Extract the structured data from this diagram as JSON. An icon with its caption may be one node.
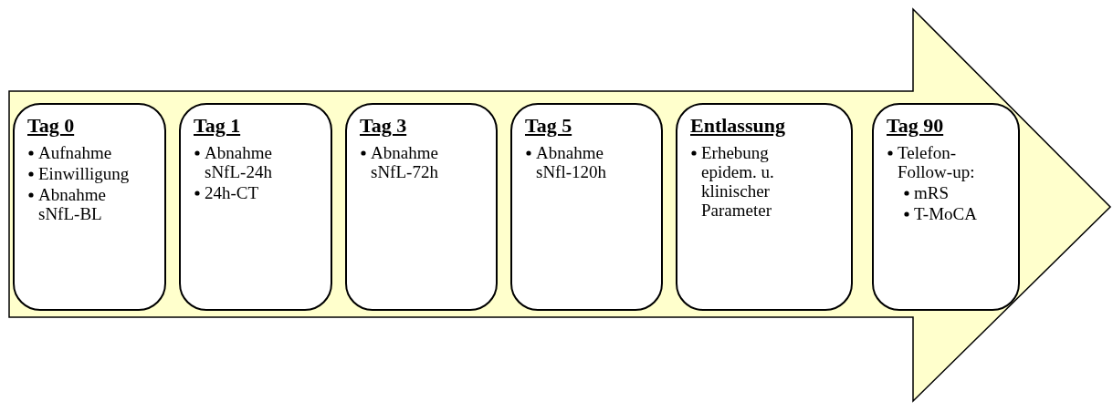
{
  "diagram": {
    "nodes": [
      {
        "text": [],
        "shape": "arrow"
      },
      {
        "text": [
          "Tag 0",
          "Aufnahme",
          "Einwilligung",
          "Abnahme sNfL-BL"
        ],
        "in": 0
      },
      {
        "text": [
          "Tag 1",
          "Abnahme sNfL-24h",
          "24h-CT"
        ],
        "in": 0
      },
      {
        "text": [
          "Tag 3",
          "Abnahme sNfL-72h"
        ],
        "in": 0
      },
      {
        "text": [
          "Tag 5",
          "Abnahme sNfl-120h"
        ],
        "in": 0
      },
      {
        "text": [
          "Entlassung",
          "Erhebung epidem. u. klinischer Parameter"
        ],
        "in": 0
      },
      {
        "text": [
          "Tag 90",
          "Telefon-Follow-up:",
          "mRS",
          "T-MoCA"
        ],
        "in": 0
      }
    ]
  }
}
